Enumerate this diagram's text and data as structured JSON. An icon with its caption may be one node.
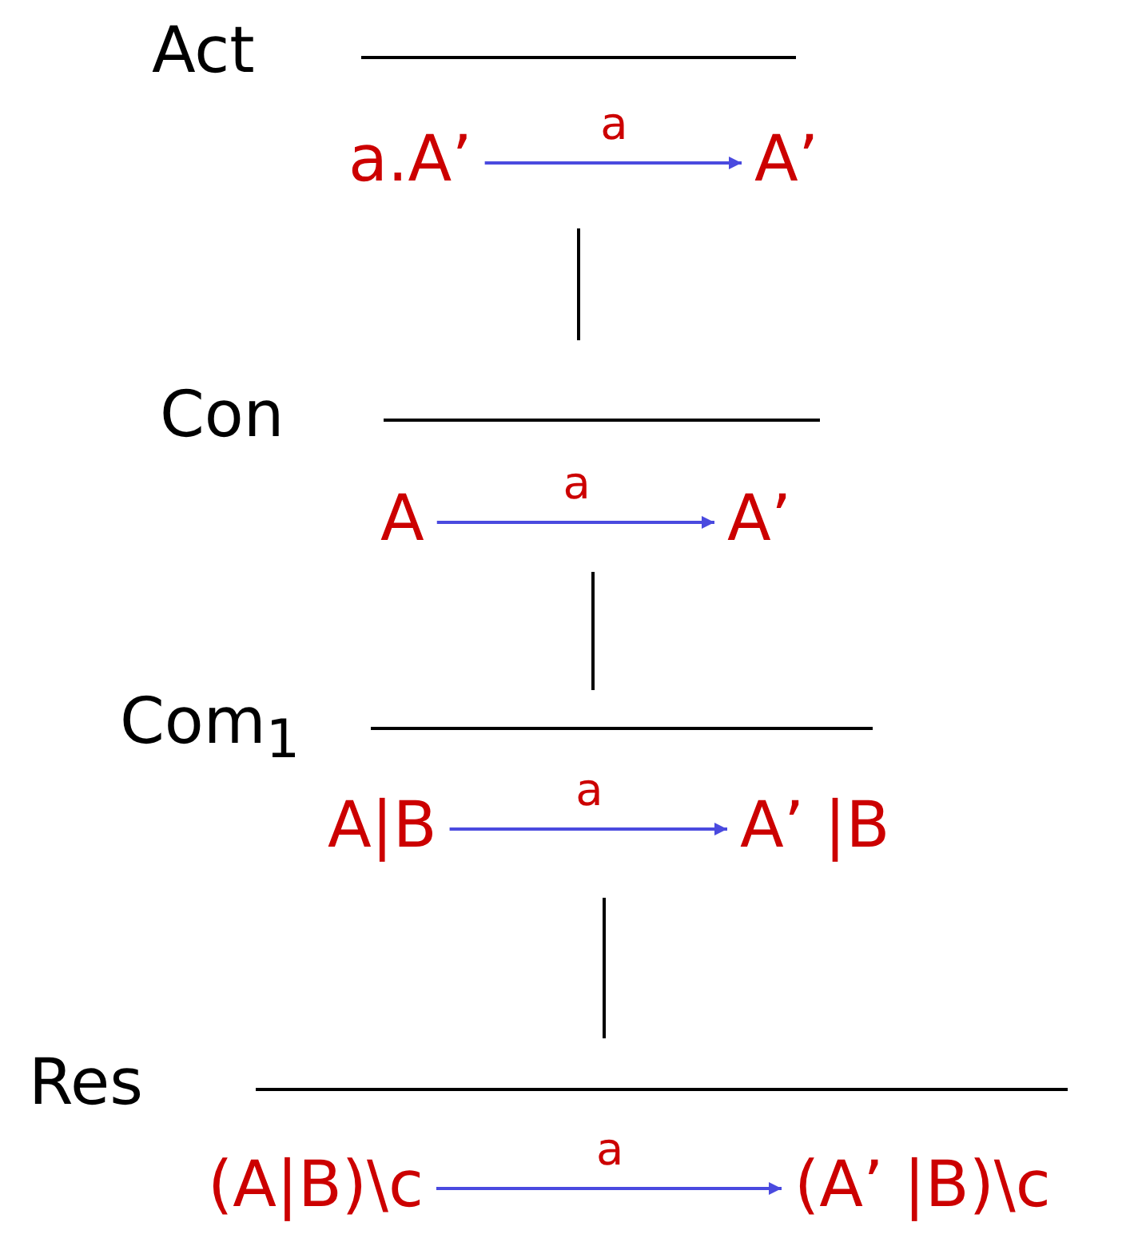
{
  "diagram": {
    "nodes": [
      {
        "text": [
          "a.A’"
        ]
      },
      {
        "text": [
          "A’"
        ]
      },
      {
        "text": [
          "A"
        ]
      },
      {
        "text": [
          "A’"
        ]
      },
      {
        "text": [
          "A|B"
        ]
      },
      {
        "text": [
          "A’ |B"
        ]
      },
      {
        "text": [
          "(A|B)\\c"
        ]
      },
      {
        "text": [
          "(A’ |B)\\c"
        ]
      }
    ],
    "edges": [
      {
        "from": 0,
        "to": 1,
        "arrow": "to",
        "label": "a"
      },
      {
        "from": 2,
        "to": 3,
        "arrow": "to",
        "label": "a"
      },
      {
        "from": 4,
        "to": 5,
        "arrow": "to",
        "label": "a"
      },
      {
        "from": 6,
        "to": 7,
        "arrow": "to",
        "label": "a"
      }
    ],
    "labels": [
      "Act",
      "Con",
      "Com$_{1}$",
      "Res"
    ]
  }
}
